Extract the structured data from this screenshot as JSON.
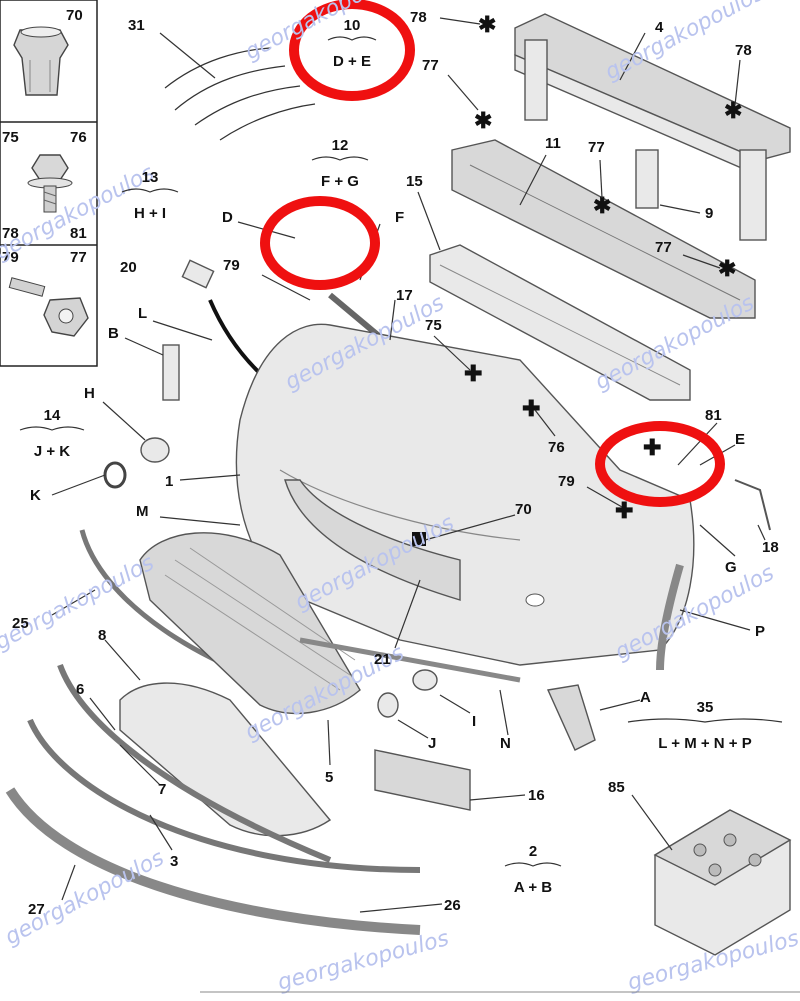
{
  "diagram": {
    "inset_labels": [
      {
        "id": "inset-70",
        "text": "70"
      },
      {
        "id": "inset-75",
        "text": "75"
      },
      {
        "id": "inset-76",
        "text": "76"
      },
      {
        "id": "inset-78",
        "text": "78"
      },
      {
        "id": "inset-81",
        "text": "81"
      },
      {
        "id": "inset-79",
        "text": "79"
      },
      {
        "id": "inset-77",
        "text": "77"
      }
    ],
    "callouts": [
      {
        "id": "c-31",
        "text": "31"
      },
      {
        "id": "c-78a",
        "text": "78"
      },
      {
        "id": "c-4",
        "text": "4"
      },
      {
        "id": "c-78b",
        "text": "78"
      },
      {
        "id": "c-77a",
        "text": "77"
      },
      {
        "id": "c-11",
        "text": "11"
      },
      {
        "id": "c-77b",
        "text": "77"
      },
      {
        "id": "c-9",
        "text": "9"
      },
      {
        "id": "c-77c",
        "text": "77"
      },
      {
        "id": "c-15",
        "text": "15"
      },
      {
        "id": "c-D",
        "text": "D"
      },
      {
        "id": "c-F",
        "text": "F"
      },
      {
        "id": "c-20",
        "text": "20"
      },
      {
        "id": "c-79a",
        "text": "79"
      },
      {
        "id": "c-17",
        "text": "17"
      },
      {
        "id": "c-L",
        "text": "L"
      },
      {
        "id": "c-75",
        "text": "75"
      },
      {
        "id": "c-B",
        "text": "B"
      },
      {
        "id": "c-H",
        "text": "H"
      },
      {
        "id": "c-81",
        "text": "81"
      },
      {
        "id": "c-76",
        "text": "76"
      },
      {
        "id": "c-E",
        "text": "E"
      },
      {
        "id": "c-K",
        "text": "K"
      },
      {
        "id": "c-1",
        "text": "1"
      },
      {
        "id": "c-79b",
        "text": "79"
      },
      {
        "id": "c-70",
        "text": "70"
      },
      {
        "id": "c-18",
        "text": "18"
      },
      {
        "id": "c-M",
        "text": "M"
      },
      {
        "id": "c-G",
        "text": "G"
      },
      {
        "id": "c-25",
        "text": "25"
      },
      {
        "id": "c-P",
        "text": "P"
      },
      {
        "id": "c-8",
        "text": "8"
      },
      {
        "id": "c-21",
        "text": "21"
      },
      {
        "id": "c-6",
        "text": "6"
      },
      {
        "id": "c-A",
        "text": "A"
      },
      {
        "id": "c-I",
        "text": "I"
      },
      {
        "id": "c-J",
        "text": "J"
      },
      {
        "id": "c-N",
        "text": "N"
      },
      {
        "id": "c-5",
        "text": "5"
      },
      {
        "id": "c-7",
        "text": "7"
      },
      {
        "id": "c-16",
        "text": "16"
      },
      {
        "id": "c-85",
        "text": "85"
      },
      {
        "id": "c-3",
        "text": "3"
      },
      {
        "id": "c-27",
        "text": "27"
      },
      {
        "id": "c-26",
        "text": "26"
      }
    ],
    "groups": [
      {
        "id": "g-10",
        "number": "10",
        "parts": "D + E"
      },
      {
        "id": "g-12",
        "number": "12",
        "parts": "F + G"
      },
      {
        "id": "g-13",
        "number": "13",
        "parts": "H + I"
      },
      {
        "id": "g-14",
        "number": "14",
        "parts": "J + K"
      },
      {
        "id": "g-35",
        "number": "35",
        "parts": "L + M + N + P"
      },
      {
        "id": "g-2",
        "number": "2",
        "parts": "A + B"
      }
    ],
    "watermark": "georgakopoulos",
    "highlight_color": "#ef1010",
    "watermark_color": "#b9c3ee"
  }
}
